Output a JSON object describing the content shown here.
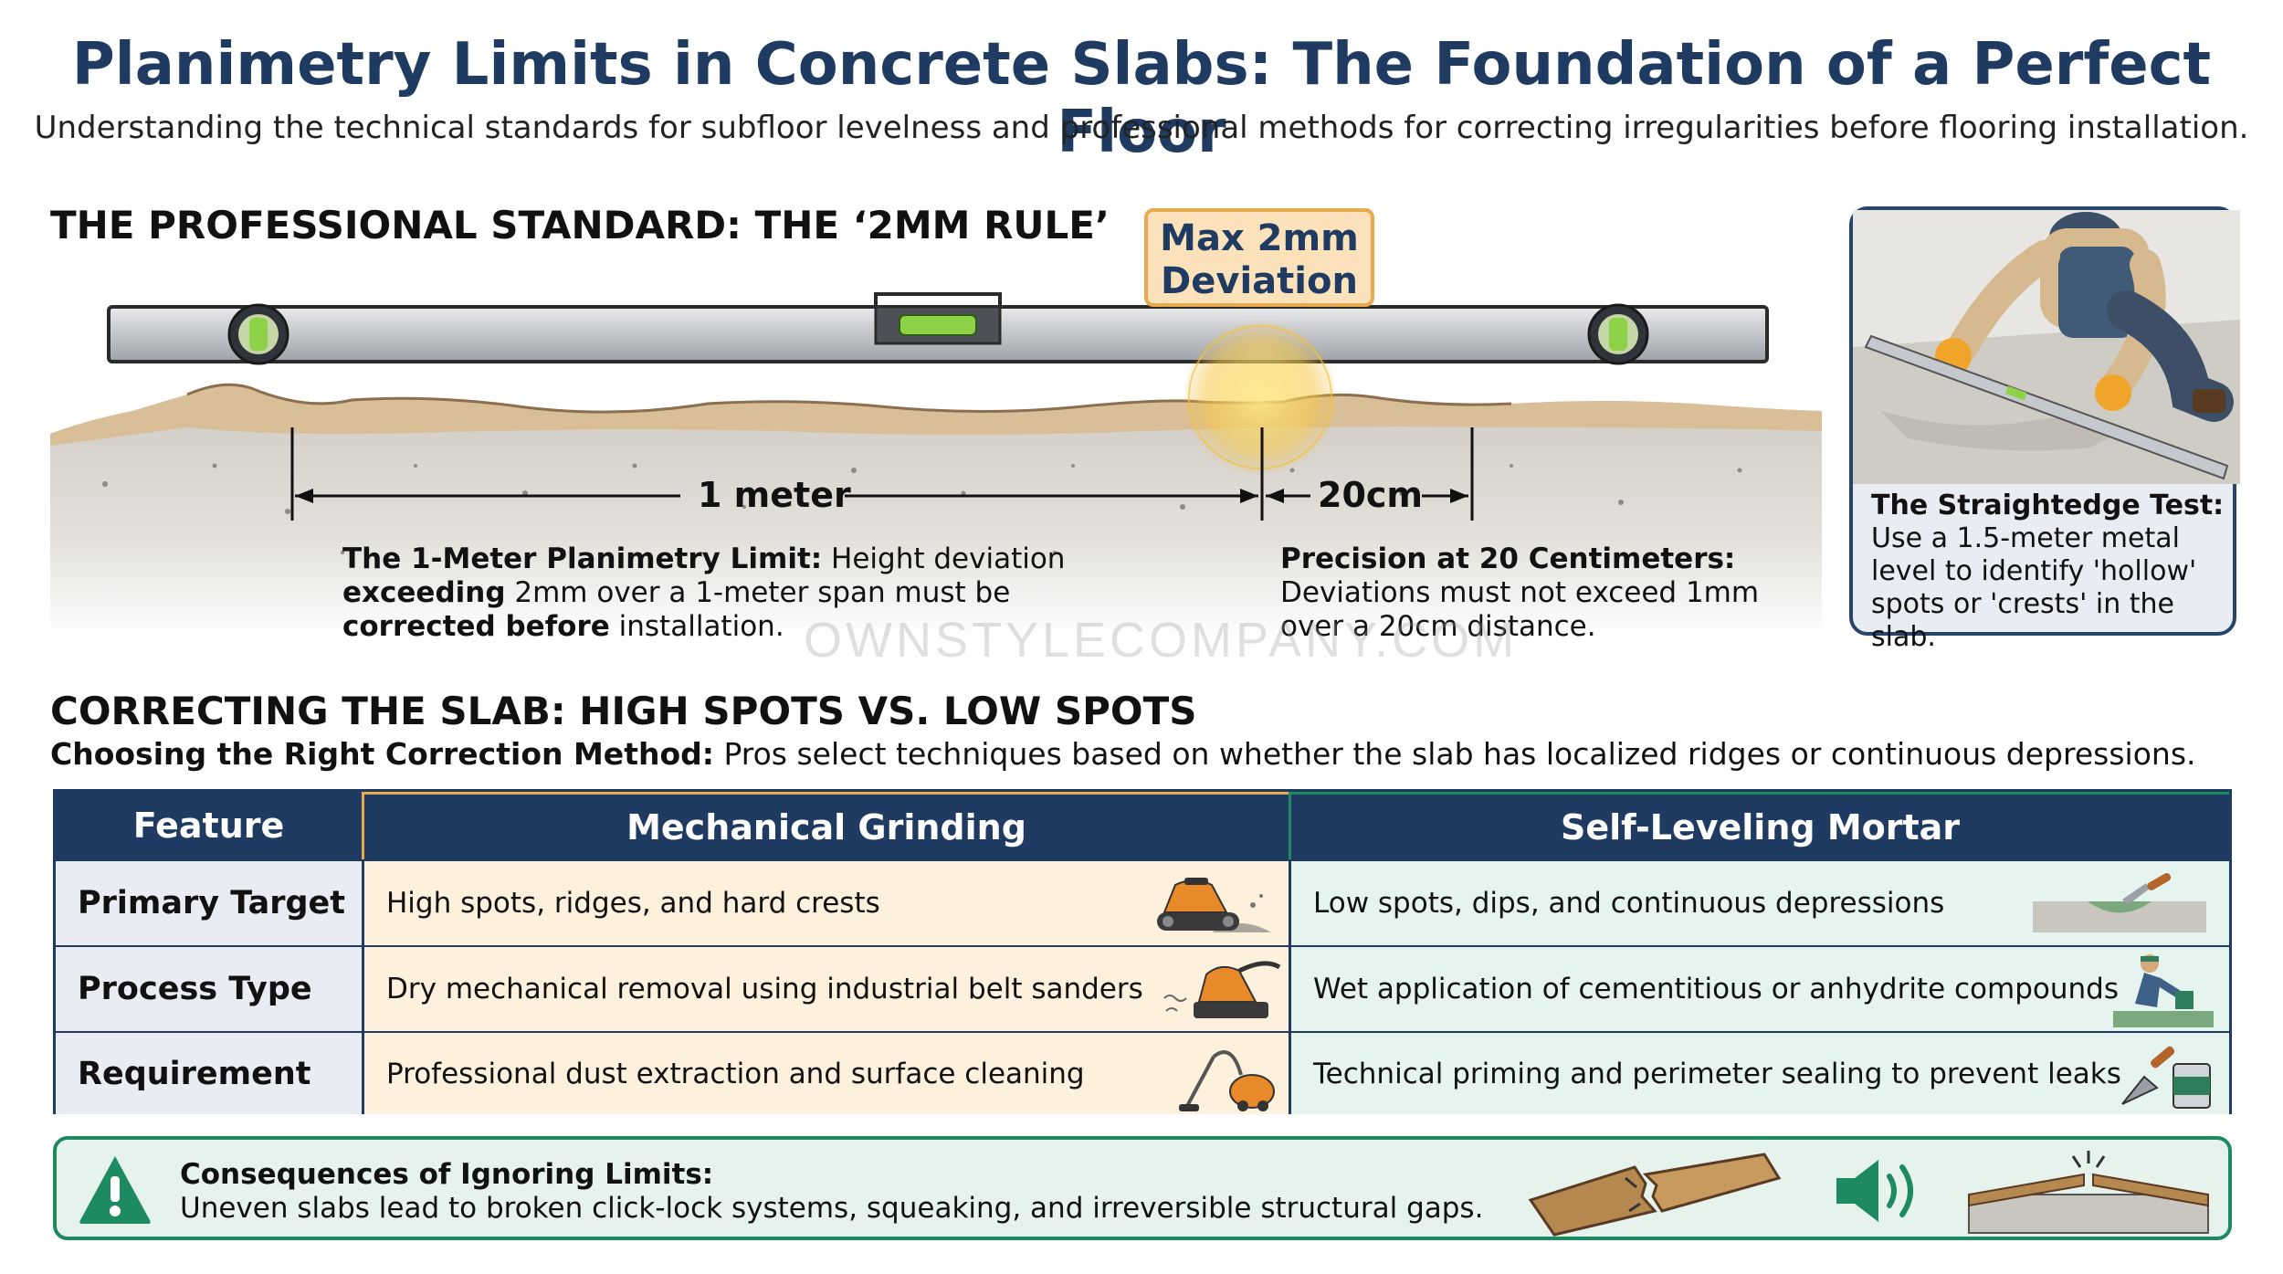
{
  "header": {
    "title": "Planimetry Limits in Concrete Slabs: The Foundation of a Perfect Floor",
    "subtitle": "Understanding the technical standards for subfloor levelness and professional methods for correcting irregularities before flooring installation."
  },
  "standard": {
    "heading": "THE PROFESSIONAL STANDARD: THE ‘2MM RULE’",
    "max_tag_line1": "Max 2mm",
    "max_tag_line2": "Deviation",
    "dim_1m": "1 meter",
    "dim_20cm": "20cm",
    "note1": {
      "bold1": "The 1-Meter Planimetry Limit:",
      "text1": " Height deviation",
      "bold2": "exceeding",
      "text2": " 2mm over a 1-meter span must be",
      "bold3": "corrected before",
      "text3": " installation."
    },
    "note2": {
      "bold": "Precision at 20 Centimeters:",
      "line2": "Deviations must not exceed 1mm",
      "line3": "over a 20cm distance."
    },
    "watermark": "OWNSTYLECOMPANY.COM"
  },
  "side_card": {
    "title": "The Straightedge Test:",
    "text": "Use a 1.5-meter metal level to identify 'hollow' spots or 'crests' in the slab."
  },
  "correction": {
    "heading": "CORRECTING THE SLAB: HIGH SPOTS VS. LOW SPOTS",
    "lead_bold": "Choosing the Right Correction Method:",
    "lead_text": " Pros select techniques based on whether the slab has localized ridges or continuous depressions."
  },
  "table": {
    "headers": [
      "Feature",
      "Mechanical Grinding",
      "Self-Leveling Mortar"
    ],
    "rows": [
      {
        "feature": "Primary Target",
        "grinding": "High spots, ridges, and hard crests",
        "mortar": "Low spots, dips, and continuous depressions",
        "grinding_icon": "belt-sander-icon",
        "mortar_icon": "trowel-mortar-icon"
      },
      {
        "feature": "Process Type",
        "grinding": "Dry mechanical removal using industrial belt sanders",
        "mortar": "Wet application of cementitious or anhydrite compounds",
        "grinding_icon": "orbital-sander-icon",
        "mortar_icon": "worker-pouring-icon"
      },
      {
        "feature": "Requirement",
        "grinding": "Professional dust extraction and surface cleaning",
        "mortar": "Technical priming and perimeter sealing to prevent leaks",
        "grinding_icon": "vacuum-icon",
        "mortar_icon": "trowel-bucket-icon"
      }
    ]
  },
  "consequences": {
    "title": "Consequences of Ignoring Limits:",
    "text": "Uneven slabs lead to broken click-lock systems, squeaking, and irreversible structural gaps.",
    "icons": [
      "warning-icon",
      "broken-plank-icon",
      "speaker-sound-icon",
      "floor-gap-icon"
    ]
  },
  "colors": {
    "navy": "#1f3b62",
    "grinding_bg": "#fdf0dc",
    "mortar_bg": "#e5f4ee",
    "accent_orange": "#e9a94f",
    "accent_green": "#1e8a62"
  }
}
